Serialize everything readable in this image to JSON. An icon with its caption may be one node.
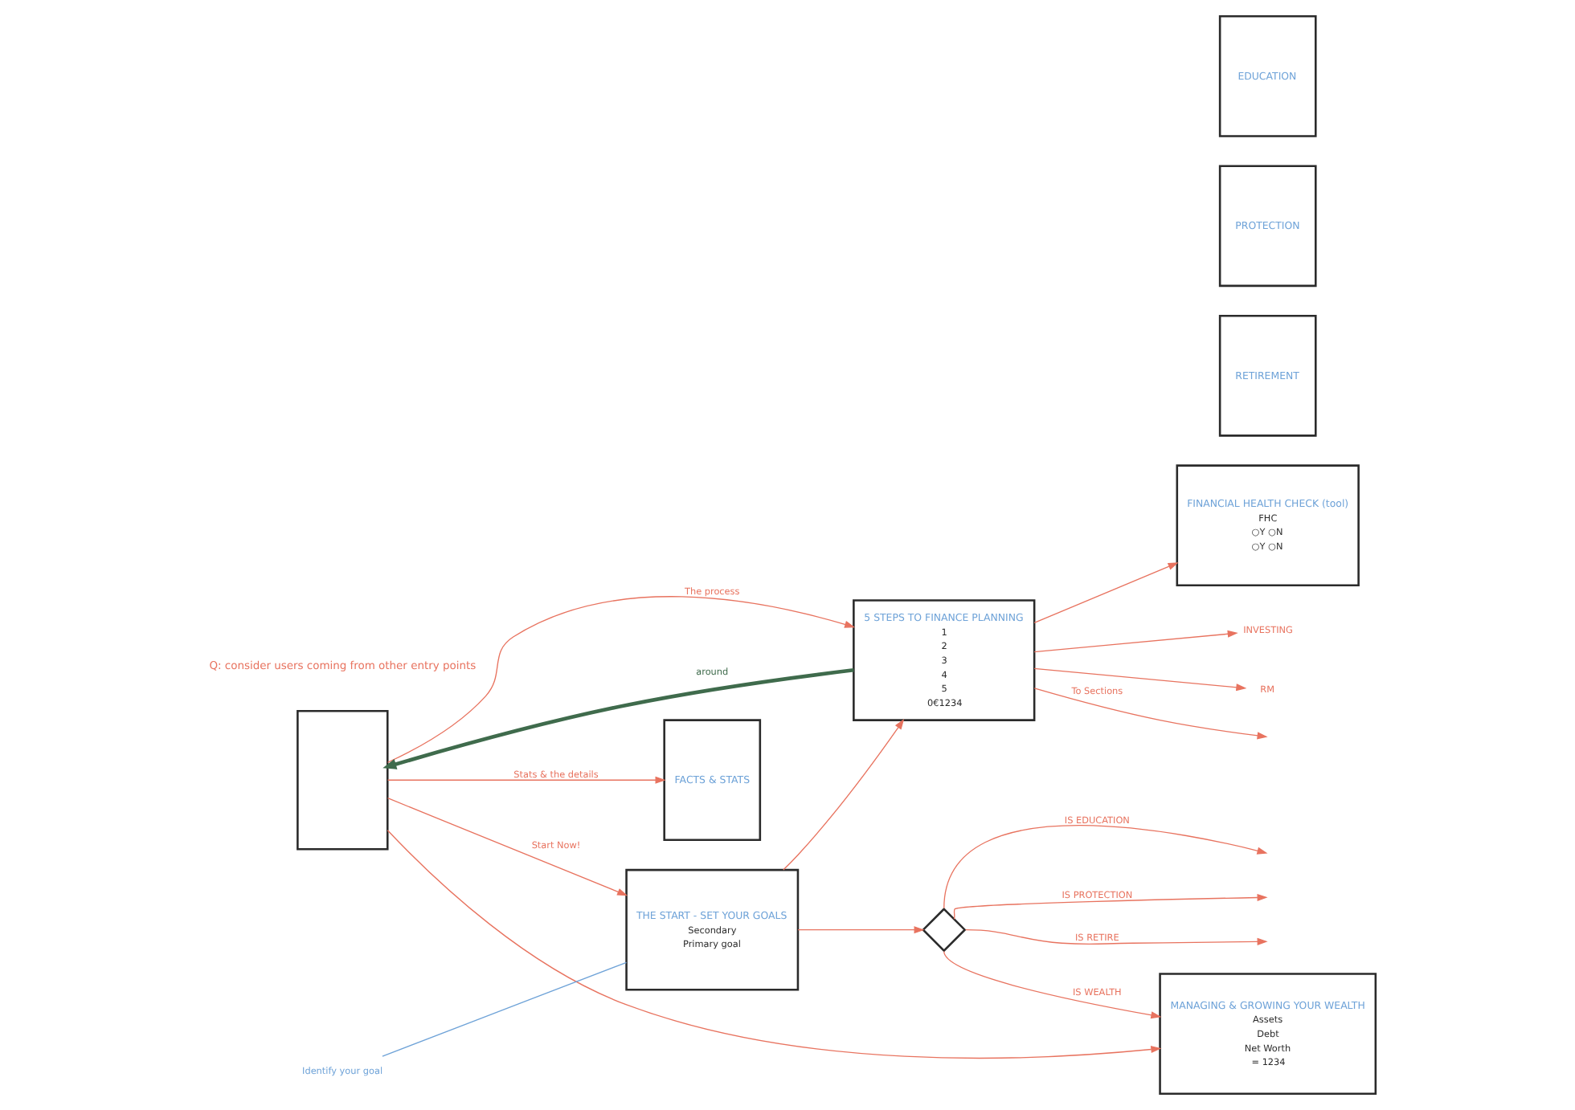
{
  "diagram": {
    "nodes": [
      {
        "text": [
          "THE START - SET YOUR GOALS",
          "Secondary",
          "Primary goal"
        ]
      },
      {
        "text": [
          "Identify your goal"
        ]
      },
      {
        "text": [],
        "shape": "diamond"
      },
      {
        "text": [
          "MANAGING & GROWING YOUR WEALTH",
          "Assets",
          "Debt",
          "Net Worth",
          "= 1234"
        ]
      },
      {
        "text": [
          "RETIREMENT"
        ]
      },
      {
        "text": [
          "PROTECTION"
        ]
      },
      {
        "text": [
          "EDUCATION"
        ]
      },
      {
        "text": [],
        "shape": "box"
      },
      {
        "text": [
          "FACTS & STATS"
        ]
      },
      {
        "text": [
          "5 STEPS TO FINANCE PLANNING",
          "1",
          "2",
          "3",
          "4",
          "5",
          "0€1234"
        ]
      },
      {
        "text": [
          "FINANCIAL HEALTH CHECK (tool)",
          "FHC",
          "○Y ○N",
          "○Y ○N"
        ]
      },
      {
        "text": [
          "INVESTING"
        ]
      },
      {
        "text": [
          "RM"
        ]
      }
    ],
    "edges": [
      {
        "from": 1,
        "to": 0,
        "arrow": "none",
        "color": "#6fa3d8"
      },
      {
        "from": 7,
        "to": 0,
        "arrow": "to",
        "label": "Start Now!"
      },
      {
        "from": 0,
        "to": 2,
        "arrow": "to"
      },
      {
        "from": 2,
        "to": null,
        "arrow": "to",
        "label": "IS EDUCATION"
      },
      {
        "from": 2,
        "to": null,
        "arrow": "to",
        "label": "IS PROTECTION"
      },
      {
        "from": 2,
        "to": 3,
        "arrow": "to",
        "label": "IS WEALTH"
      },
      {
        "from": 2,
        "to": null,
        "arrow": "to",
        "label": "IS RETIRE"
      },
      {
        "from": 7,
        "to": 3,
        "arrow": "to"
      },
      {
        "from": 0,
        "to": 9,
        "arrow": "to"
      },
      {
        "from": 7,
        "to": 9,
        "arrow": "to",
        "label": "The process"
      },
      {
        "from": 9,
        "to": 7,
        "arrow": "to",
        "label": "around",
        "color": "#3f6b4c",
        "style": "thick"
      },
      {
        "from": 9,
        "to": null,
        "arrow": "to",
        "label": "To Sections"
      },
      {
        "from": 7,
        "to": 8,
        "arrow": "to",
        "label": "Stats & the details"
      },
      {
        "from": 9,
        "to": 10,
        "arrow": "to"
      },
      {
        "from": 9,
        "to": 11,
        "arrow": "to"
      },
      {
        "from": 9,
        "to": 12,
        "arrow": "to"
      }
    ],
    "labels": [
      "Q: consider users coming from other entry points"
    ]
  }
}
